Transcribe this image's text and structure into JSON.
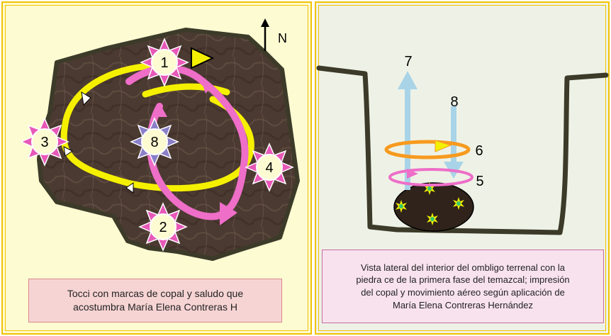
{
  "left_diagram": {
    "north_label": "N",
    "markers": [
      "1",
      "2",
      "3",
      "4",
      "8"
    ],
    "caption": "Tocci con marcas de copal y saludo que\nacostumbra María Elena Contreras H"
  },
  "right_diagram": {
    "labels": [
      "7",
      "8",
      "6",
      "5"
    ],
    "caption": "Vista lateral del interior del ombligo terrenal con la\npiedra ce de la primera fase del temazcal; impresión\ndel copal y movimiento aéreo según aplicación de\nMaría Elena Contreras Hernández"
  },
  "colors": {
    "panel_border": "#f2c200",
    "left_background": "#fdfbd2",
    "right_background": "#eef2e6",
    "stone": "#4a3a30",
    "yellow_path": "#f5f000",
    "pink_path": "#ee6ec8",
    "orange_ring": "#f79a1f",
    "light_blue_arrow": "#a9d4e8"
  }
}
